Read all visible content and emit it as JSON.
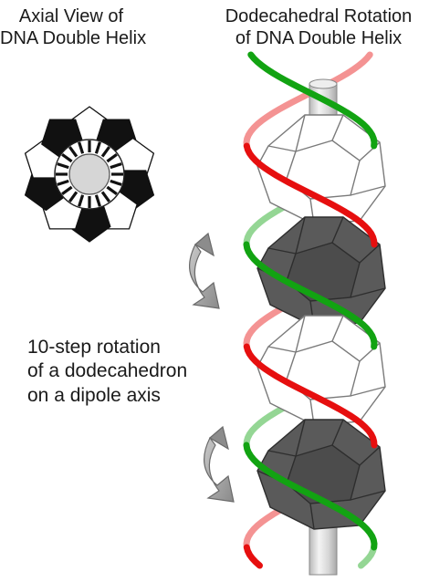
{
  "axial_title": {
    "line1": "Axial View of",
    "line2": "DNA Double Helix"
  },
  "rotation_title": {
    "line1": "Dodecahedral Rotation",
    "line2": "of DNA Double Helix"
  },
  "caption": {
    "line1": "10-step rotation",
    "line2": "of a dodecahedron",
    "line3": "on a dipole axis"
  },
  "colors": {
    "strand_green": "#12a312",
    "strand_red": "#e60f0f",
    "dark_dodecahedron": "#5a5a5a",
    "light_dodecahedron": "#ffffff",
    "arrow": "#9a9a9a",
    "axis_rod": "#d4d4d4"
  }
}
